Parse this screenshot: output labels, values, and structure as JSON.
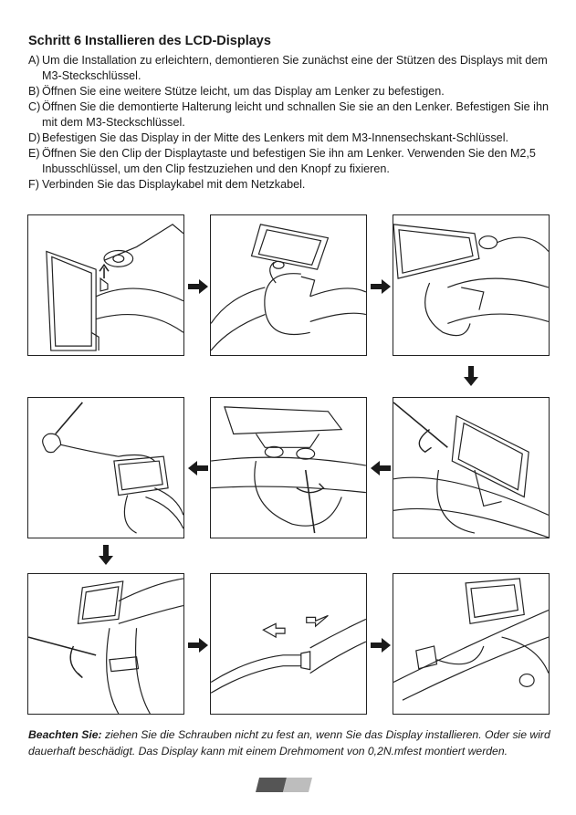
{
  "title": "Schritt 6 Installieren des LCD-Displays",
  "steps": [
    {
      "letter": "A)",
      "text": "Um die Installation zu erleichtern, demontieren Sie zunächst eine der Stützen des Displays mit dem M3-Steckschlüssel."
    },
    {
      "letter": "B)",
      "text": "Öffnen Sie eine weitere Stütze leicht, um das Display am Lenker zu befestigen."
    },
    {
      "letter": "C)",
      "text": "Öffnen Sie die demontierte Halterung leicht und schnallen Sie sie an den Lenker. Befestigen Sie ihn mit dem M3-Steckschlüssel."
    },
    {
      "letter": "D)",
      "text": "Befestigen Sie das Display in der Mitte des Lenkers mit dem M3-Innensechskant-Schlüssel."
    },
    {
      "letter": "E)",
      "text": "Öffnen Sie den Clip der Displaytaste und befestigen Sie ihn am Lenker. Verwenden Sie den M2,5 Inbusschlüssel, um den Clip festzuziehen und den Knopf zu fixieren."
    },
    {
      "letter": "F)",
      "text": "Verbinden Sie das Displaykabel mit dem Netzkabel."
    }
  ],
  "note": {
    "label": "Beachten Sie:",
    "text": " ziehen Sie die Schrauben nicht zu fest an, wenn Sie das Display installieren. Oder sie wird dauerhaft beschädigt. Das Display kann mit einem Drehmoment von 0,2N.mfest montiert werden."
  },
  "icons": {
    "arrow_right": "arrow-right-icon",
    "arrow_down": "arrow-down-icon",
    "arrow_left": "arrow-left-icon"
  },
  "colors": {
    "footer_dark": "#555555",
    "footer_light": "#bdbdbd",
    "arrow": "#1a1a1a"
  }
}
